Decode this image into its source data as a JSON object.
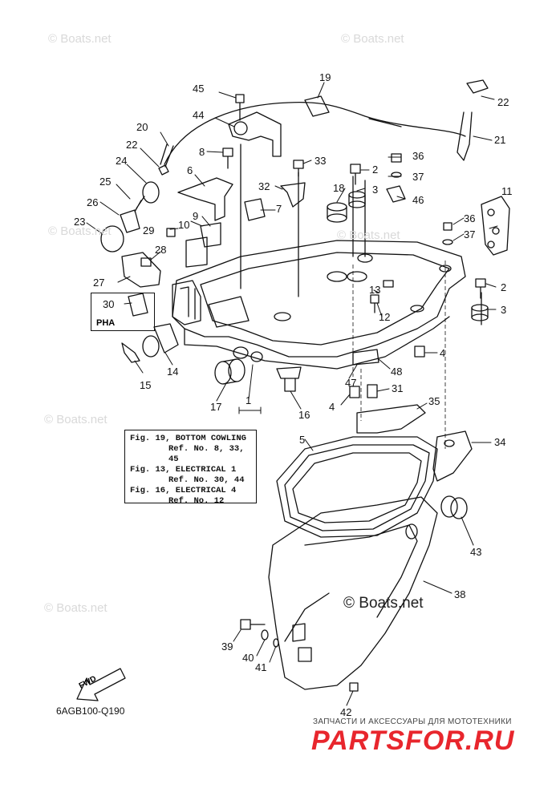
{
  "watermarks": {
    "small": "© Boats.net",
    "large": "© Boats.net"
  },
  "callouts": {
    "n1": "1",
    "n2a": "2",
    "n2b": "2",
    "n3a": "3",
    "n3b": "3",
    "n4a": "4",
    "n4b": "4",
    "n5": "5",
    "n6": "6",
    "n7": "7",
    "n8": "8",
    "n9": "9",
    "n10": "10",
    "n11": "11",
    "n12": "12",
    "n13": "13",
    "n14": "14",
    "n15": "15",
    "n16": "16",
    "n17": "17",
    "n18": "18",
    "n19": "19",
    "n20": "20",
    "n21": "21",
    "n22a": "22",
    "n22b": "22",
    "n23": "23",
    "n24": "24",
    "n25": "25",
    "n26": "26",
    "n27": "27",
    "n28": "28",
    "n29": "29",
    "n30": "30",
    "n31": "31",
    "n32": "32",
    "n33": "33",
    "n34": "34",
    "n35": "35",
    "n36a": "36",
    "n36b": "36",
    "n37a": "37",
    "n37b": "37",
    "n38": "38",
    "n39": "39",
    "n40": "40",
    "n41": "41",
    "n42": "42",
    "n43": "43",
    "n44": "44",
    "n45": "45",
    "n46": "46",
    "n47": "47",
    "n48": "48"
  },
  "reference_box": {
    "line1": "Fig. 19, BOTTOM COWLING",
    "line2": "Ref. No. 8, 33, 45",
    "line3": "Fig. 13, ELECTRICAL 1",
    "line4": "Ref. No. 30, 44",
    "line5": "Fig. 16, ELECTRICAL 4",
    "line6": "Ref. No. 12"
  },
  "pha_label": "PHA",
  "fwd_label": "FWD",
  "diagram_code": "6AGB100-Q190",
  "shop": {
    "subtitle": "ЗАПЧАСТИ И АКСЕССУАРЫ ДЛЯ МОТОТЕХНИКИ",
    "logo": "PARTSFOR.RU",
    "logo_color": "#e8262d"
  }
}
